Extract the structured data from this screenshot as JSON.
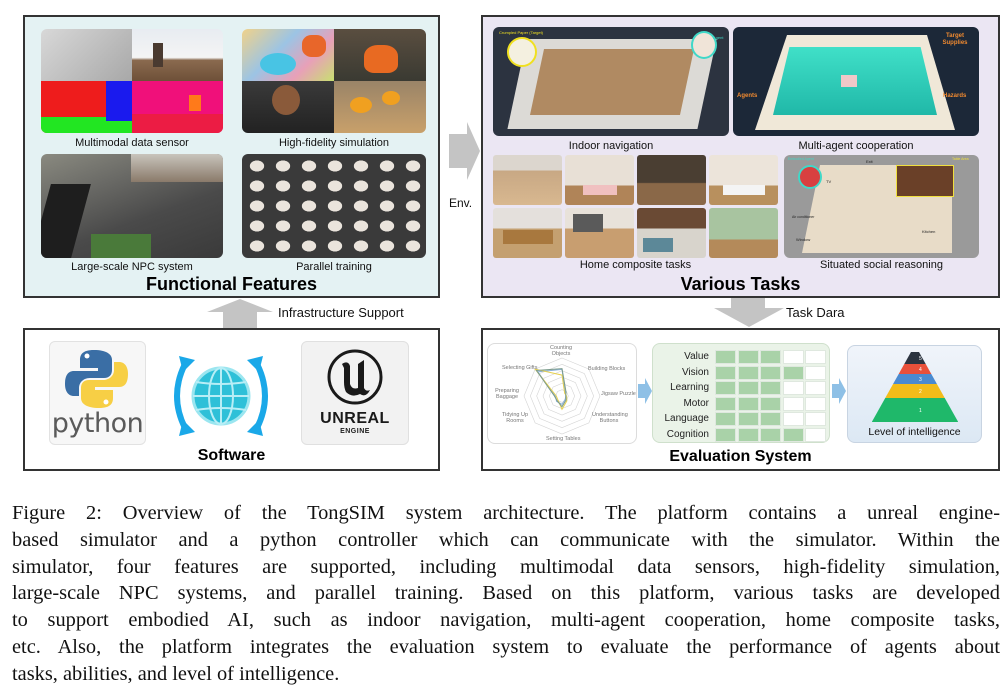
{
  "figure": {
    "functional_features": {
      "title": "Functional Features",
      "items": [
        {
          "label": "Multimodal data sensor"
        },
        {
          "label": "High-fidelity simulation"
        },
        {
          "label": "Large-scale NPC system"
        },
        {
          "label": "Parallel training"
        }
      ]
    },
    "various_tasks": {
      "title": "Various Tasks",
      "items": [
        {
          "label": "Indoor navigation",
          "annotations": [
            "Crumpled Paper (Target)",
            "Agent"
          ]
        },
        {
          "label": "Multi-agent cooperation",
          "annotations": [
            "Target Supplies",
            "Agents",
            "Hazards"
          ]
        },
        {
          "label": "Home composite tasks"
        },
        {
          "label": "Situated social reasoning",
          "annotations": [
            "Embodied Agent",
            "Exit",
            "TV",
            "Table Area",
            "Air conditioner",
            "Window",
            "Kitchen"
          ]
        }
      ]
    },
    "software": {
      "title": "Software",
      "logos": [
        "python",
        "UNREAL",
        "ENGINE"
      ]
    },
    "evaluation_system": {
      "title": "Evaluation System",
      "radar_axes": [
        "Counting Objects",
        "Building Blocks",
        "Jigsaw Puzzle",
        "Understanding Buttons",
        "Setting Tables",
        "Tidying Up Rooms",
        "Preparing Baggage",
        "Selecting Gifts"
      ],
      "abilities": [
        {
          "name": "Value",
          "level": 3,
          "max": 5
        },
        {
          "name": "Vision",
          "level": 4,
          "max": 5
        },
        {
          "name": "Learning",
          "level": 3,
          "max": 5
        },
        {
          "name": "Motor",
          "level": 3,
          "max": 5
        },
        {
          "name": "Language",
          "level": 3,
          "max": 5
        },
        {
          "name": "Cognition",
          "level": 4,
          "max": 5
        }
      ],
      "pyramid_levels": [
        "1",
        "2",
        "3",
        "4",
        "5"
      ],
      "pyramid_label": "Level of intelligence"
    },
    "arrows": {
      "infrastructure": "Infrastructure Support",
      "env": "Env.",
      "task_data": "Task Dara"
    },
    "colors": {
      "features_bg": "#e4f2f3",
      "tasks_bg": "#ebe6f3",
      "arrow_gray": "#c4c4c4",
      "ability_fill": "#a9d2a8",
      "eval_panel_bg": "#eaf3e8"
    }
  },
  "caption": {
    "lines": [
      "Figure 2: Overview of the TongSIM system architecture. The platform contains a unreal engine-",
      "based simulator and a python controller which can communicate with the simulator. Within the",
      "simulator, four features are supported, including multimodal data sensors, high-fidelity simulation,",
      "large-scale NPC systems, and parallel training. Based on this platform, various tasks are developed",
      "to support embodied AI, such as indoor navigation, multi-agent cooperation, home composite tasks,",
      "etc. Also, the platform integrates the evaluation system to evaluate the performance of agents about",
      "tasks, abilities, and level of intelligence."
    ]
  }
}
